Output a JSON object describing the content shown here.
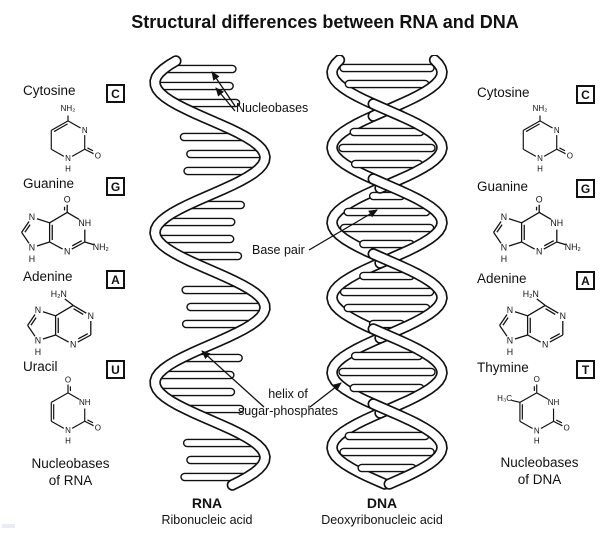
{
  "title": "Structural differences between RNA and DNA",
  "annotations": {
    "nucleobases": "Nucleobases",
    "base_pair": "Base pair",
    "sugar_phosphate": "helix of\nsugar-phosphates"
  },
  "rna": {
    "abbr": "RNA",
    "full_name": "Ribonucleic acid",
    "footer": "Nucleobases\nof RNA"
  },
  "dna": {
    "abbr": "DNA",
    "full_name": "Deoxyribonucleic acid",
    "footer": "Nucleobases\nof DNA"
  },
  "bases": {
    "cytosine": {
      "name": "Cytosine",
      "letter": "C",
      "atom_labels": [
        "NH₂",
        "N",
        "N",
        "H",
        "O"
      ]
    },
    "guanine": {
      "name": "Guanine",
      "letter": "G",
      "atom_labels": [
        "O",
        "NH",
        "NH₂",
        "N",
        "N",
        "N",
        "H"
      ]
    },
    "adenine": {
      "name": "Adenine",
      "letter": "A",
      "atom_labels": [
        "H₂N",
        "N",
        "N",
        "N",
        "N",
        "H"
      ]
    },
    "uracil": {
      "name": "Uracil",
      "letter": "U",
      "atom_labels": [
        "O",
        "NH",
        "N",
        "H",
        "O"
      ]
    },
    "thymine": {
      "name": "Thymine",
      "letter": "T",
      "atom_labels": [
        "H₃C",
        "O",
        "NH",
        "N",
        "H",
        "O"
      ]
    }
  }
}
